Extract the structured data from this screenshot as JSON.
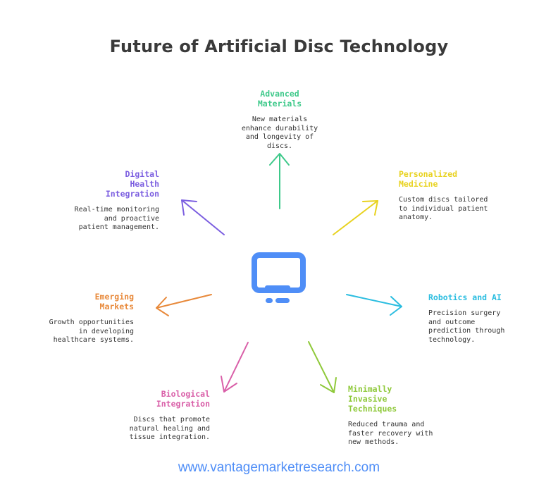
{
  "title": "Future of Artificial Disc Technology",
  "center_icon": "monitor-icon",
  "nodes": [
    {
      "id": "advanced",
      "title": "Advanced Materials",
      "lines": [
        "New materials",
        "enhance durability",
        "and longevity of",
        "discs."
      ],
      "color": "#3ec98a"
    },
    {
      "id": "personalized",
      "title": "Personalized Medicine",
      "lines": [
        "Custom discs tailored",
        "to individual patient",
        "anatomy."
      ],
      "color": "#e8d21f"
    },
    {
      "id": "robotics",
      "title": "Robotics and AI",
      "lines": [
        "Precision surgery",
        "and outcome",
        "prediction through",
        "technology."
      ],
      "color": "#2bbde0"
    },
    {
      "id": "minimally",
      "title": "Minimally Invasive Techniques",
      "lines": [
        "Reduced trauma and",
        "faster recovery with",
        "new methods."
      ],
      "color": "#8fc93a"
    },
    {
      "id": "biological",
      "title": "Biological Integration",
      "lines": [
        "Discs that promote",
        "natural healing and",
        "tissue integration."
      ],
      "color": "#d95fa8"
    },
    {
      "id": "emerging",
      "title": "Emerging Markets",
      "lines": [
        "Growth opportunities",
        "in developing",
        "healthcare systems."
      ],
      "color": "#e8893a"
    },
    {
      "id": "digital",
      "title": "Digital Health Integration",
      "lines": [
        "Real-time monitoring",
        "and proactive",
        "patient management."
      ],
      "color": "#7b5ee0"
    }
  ],
  "footer": "www.vantagemarketresearch.com"
}
